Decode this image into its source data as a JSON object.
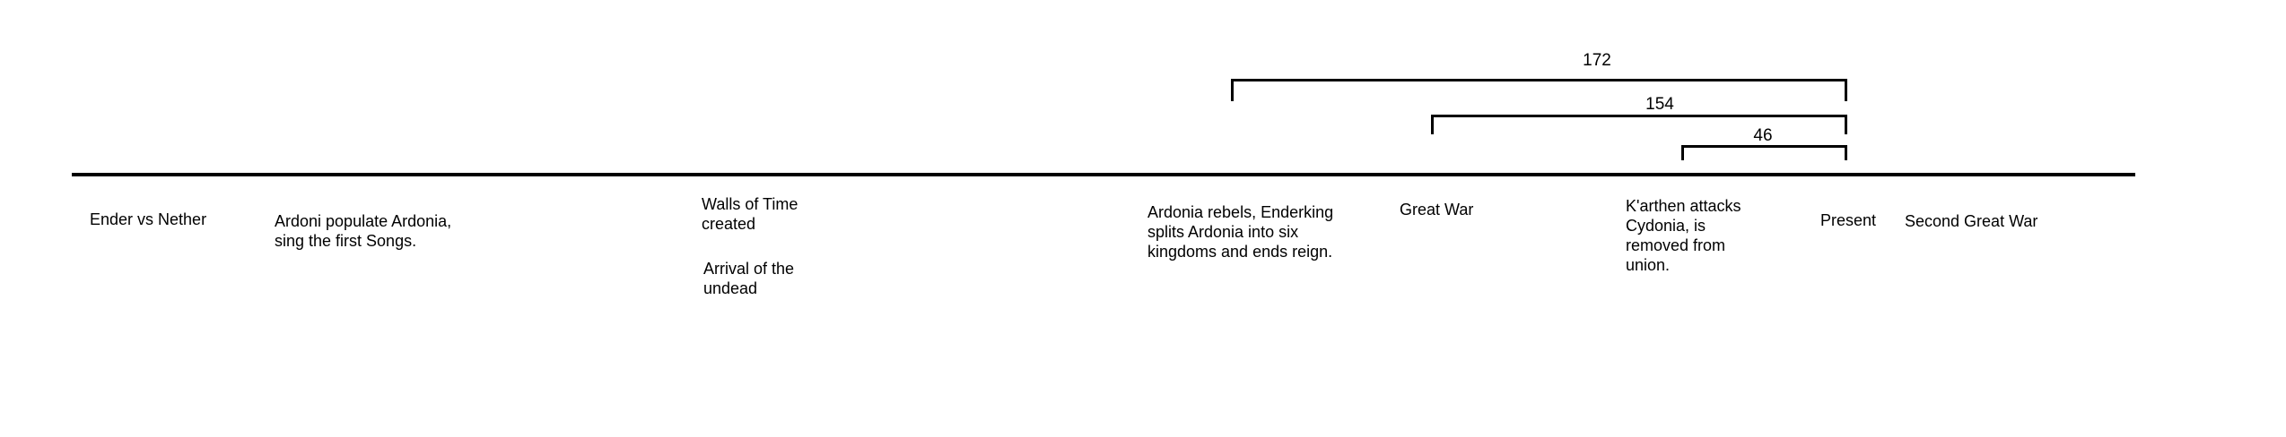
{
  "timeline": {
    "events": [
      {
        "id": "ender-vs-nether",
        "lines": [
          "Ender vs Nether"
        ]
      },
      {
        "id": "ardoni-populate",
        "lines": [
          "Ardoni populate Ardonia,",
          "sing the first Songs."
        ]
      },
      {
        "id": "walls-of-time",
        "lines": [
          "Walls of Time",
          "created"
        ]
      },
      {
        "id": "arrival-undead",
        "lines": [
          "Arrival of the",
          "undead"
        ]
      },
      {
        "id": "ardonia-rebels",
        "lines": [
          "Ardonia rebels, Enderking",
          "splits Ardonia into six",
          "kingdoms and ends reign."
        ]
      },
      {
        "id": "great-war",
        "lines": [
          "Great War"
        ]
      },
      {
        "id": "karthen-attacks",
        "lines": [
          "K'arthen attacks",
          "Cydonia, is",
          "removed from",
          "union."
        ]
      },
      {
        "id": "present",
        "lines": [
          "Present"
        ]
      },
      {
        "id": "second-great-war",
        "lines": [
          "Second Great War"
        ]
      }
    ],
    "brackets": [
      {
        "id": "span-172",
        "label": "172"
      },
      {
        "id": "span-154",
        "label": "154"
      },
      {
        "id": "span-46",
        "label": "46"
      }
    ],
    "colors": {
      "line": "#000000",
      "text": "#000000",
      "background": "#ffffff"
    }
  }
}
